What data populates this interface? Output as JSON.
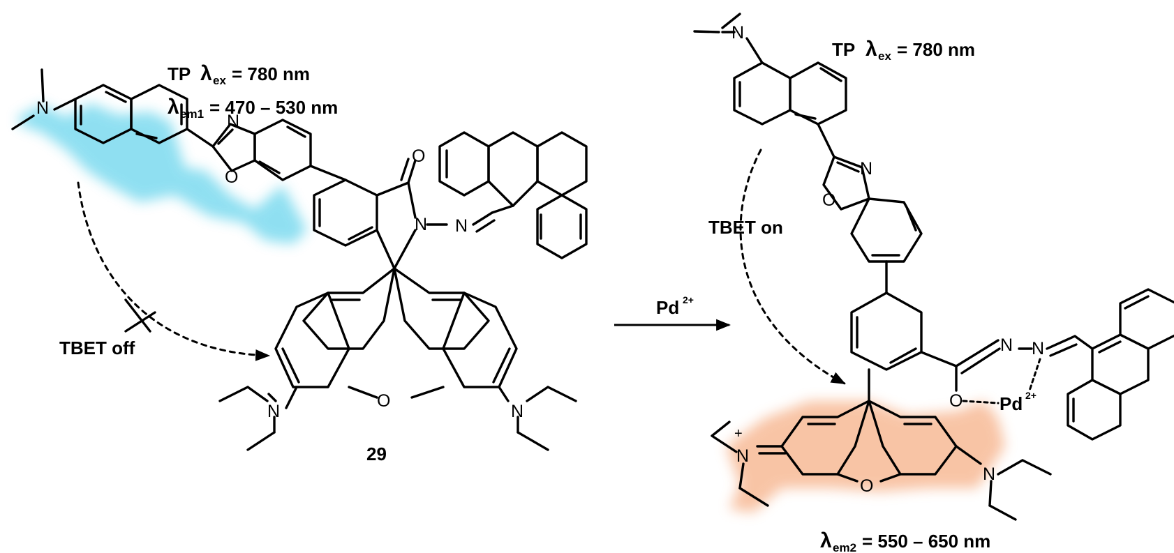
{
  "left": {
    "tp_label": "TP",
    "lambda_ex_sub": "ex",
    "lambda_ex_value": "= 780 nm",
    "lambda_em1_sub": "em1",
    "lambda_em1_value": "= 470 – 530 nm",
    "tbet_label": "TBET off",
    "compound_number": "29"
  },
  "reagent": {
    "label": "Pd",
    "charge": "2+"
  },
  "right": {
    "tp_label": "TP",
    "lambda_ex_sub": "ex",
    "lambda_ex_value": "= 780 nm",
    "tbet_label": "TBET on",
    "lambda_em2_sub": "em2",
    "lambda_em2_value": "= 550 – 650 nm",
    "pd_label": "Pd",
    "pd_charge": "2+"
  },
  "atoms": {
    "N": "N",
    "O": "O",
    "plus": "+",
    "lambda": "λ"
  },
  "colors": {
    "donor_glow": "#36c6e6",
    "acceptor_glow": "#f28a4e"
  }
}
